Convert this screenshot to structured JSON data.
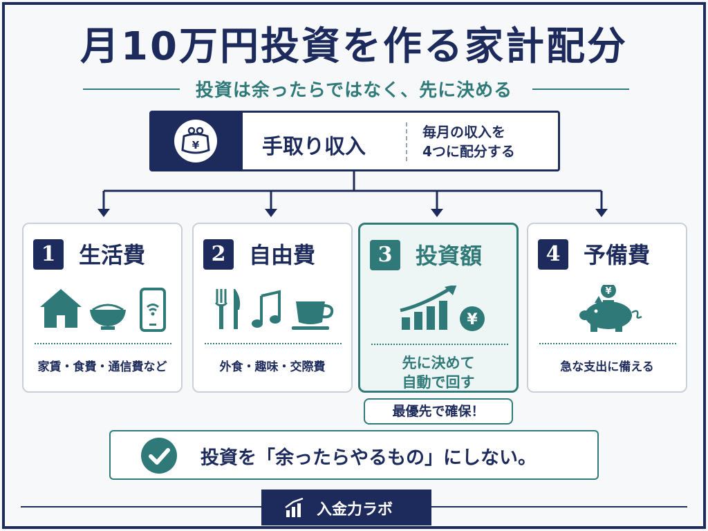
{
  "title": "月10万円投資を作る家計配分",
  "subtitle": "投資は余ったらではなく、先に決める",
  "income": {
    "icon": "purse-yen-icon",
    "label": "手取り収入",
    "note_line1": "毎月の収入を",
    "note_line2": "4つに配分する"
  },
  "categories": [
    {
      "number": "1",
      "title": "生活費",
      "icons": [
        "house-icon",
        "rice-bowl-icon",
        "smartphone-wifi-icon"
      ],
      "description": "家賃・食費・通信費など"
    },
    {
      "number": "2",
      "title": "自由費",
      "icons": [
        "fork-knife-icon",
        "music-note-icon",
        "coffee-cup-icon"
      ],
      "description": "外食・趣味・交際費"
    },
    {
      "number": "3",
      "title": "投資額",
      "icons": [
        "growth-bar-chart-icon",
        "yen-coin-icon"
      ],
      "description_line1": "先に決めて",
      "description_line2": "自動で回す",
      "tag": "最優先で確保！"
    },
    {
      "number": "4",
      "title": "予備費",
      "icons": [
        "piggy-bank-yen-icon"
      ],
      "description": "急な支出に備える"
    }
  ],
  "message": "投資を「余ったらやるもの」にしない。",
  "footer": {
    "brand": "入金力ラボ",
    "icon": "bar-chart-icon"
  },
  "colors": {
    "navy": "#1d2b5c",
    "teal": "#2f7a78",
    "background": "#f7f8fa"
  }
}
